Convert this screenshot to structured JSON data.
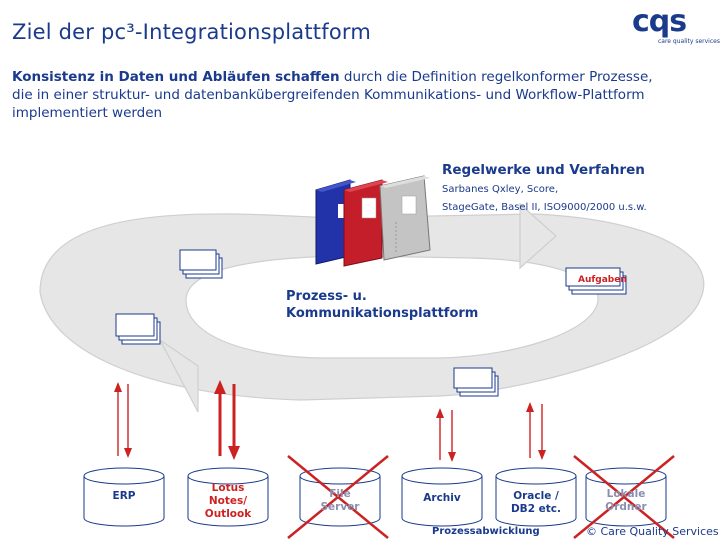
{
  "title": "Ziel der pc³-Integrationsplattform",
  "logo": {
    "mark": "cqs",
    "subtitle": "care quality services"
  },
  "intro": {
    "bold": "Konsistenz in Daten und Abläufen schaffen",
    "rest": " durch die Definition regelkonformer Prozesse, die in einer struktur- und datenbankübergreifenden Kommunikations- und Workflow-Plattform implementiert werden"
  },
  "rules": {
    "heading": "Regelwerke und Verfahren",
    "lines": [
      "Sarbanes Qxley, Score,",
      "StageGate, Basel II, ISO9000/2000 u.s.w."
    ]
  },
  "platform_label": [
    "Prozess- u.",
    "Kommunikationsplattform"
  ],
  "aufgaben_label": "Aufgaben",
  "systems": [
    {
      "lines": [
        "ERP"
      ],
      "style": "normal",
      "crossed": false
    },
    {
      "lines": [
        "Lotus",
        "Notes/",
        "Outlook"
      ],
      "style": "red",
      "crossed": false
    },
    {
      "lines": [
        "File",
        "Server"
      ],
      "style": "grey",
      "crossed": true
    },
    {
      "lines": [
        "Archiv"
      ],
      "style": "normal",
      "crossed": false
    },
    {
      "lines": [
        "Oracle /",
        "DB2 etc."
      ],
      "style": "normal",
      "crossed": false
    },
    {
      "lines": [
        "Lokale",
        "Ordner"
      ],
      "style": "grey",
      "crossed": true
    }
  ],
  "footer": {
    "process": "Prozessabwicklung",
    "copyright": "© Care Quality Services"
  },
  "colors": {
    "primary": "#1a3a8c",
    "red": "#cc2222",
    "cycle_fill": "#e4e4e4",
    "cycle_stroke": "#c8c8c8",
    "binder_blue": "#2233aa",
    "binder_red": "#c41e2a",
    "binder_grey": "#b8b8b8"
  }
}
